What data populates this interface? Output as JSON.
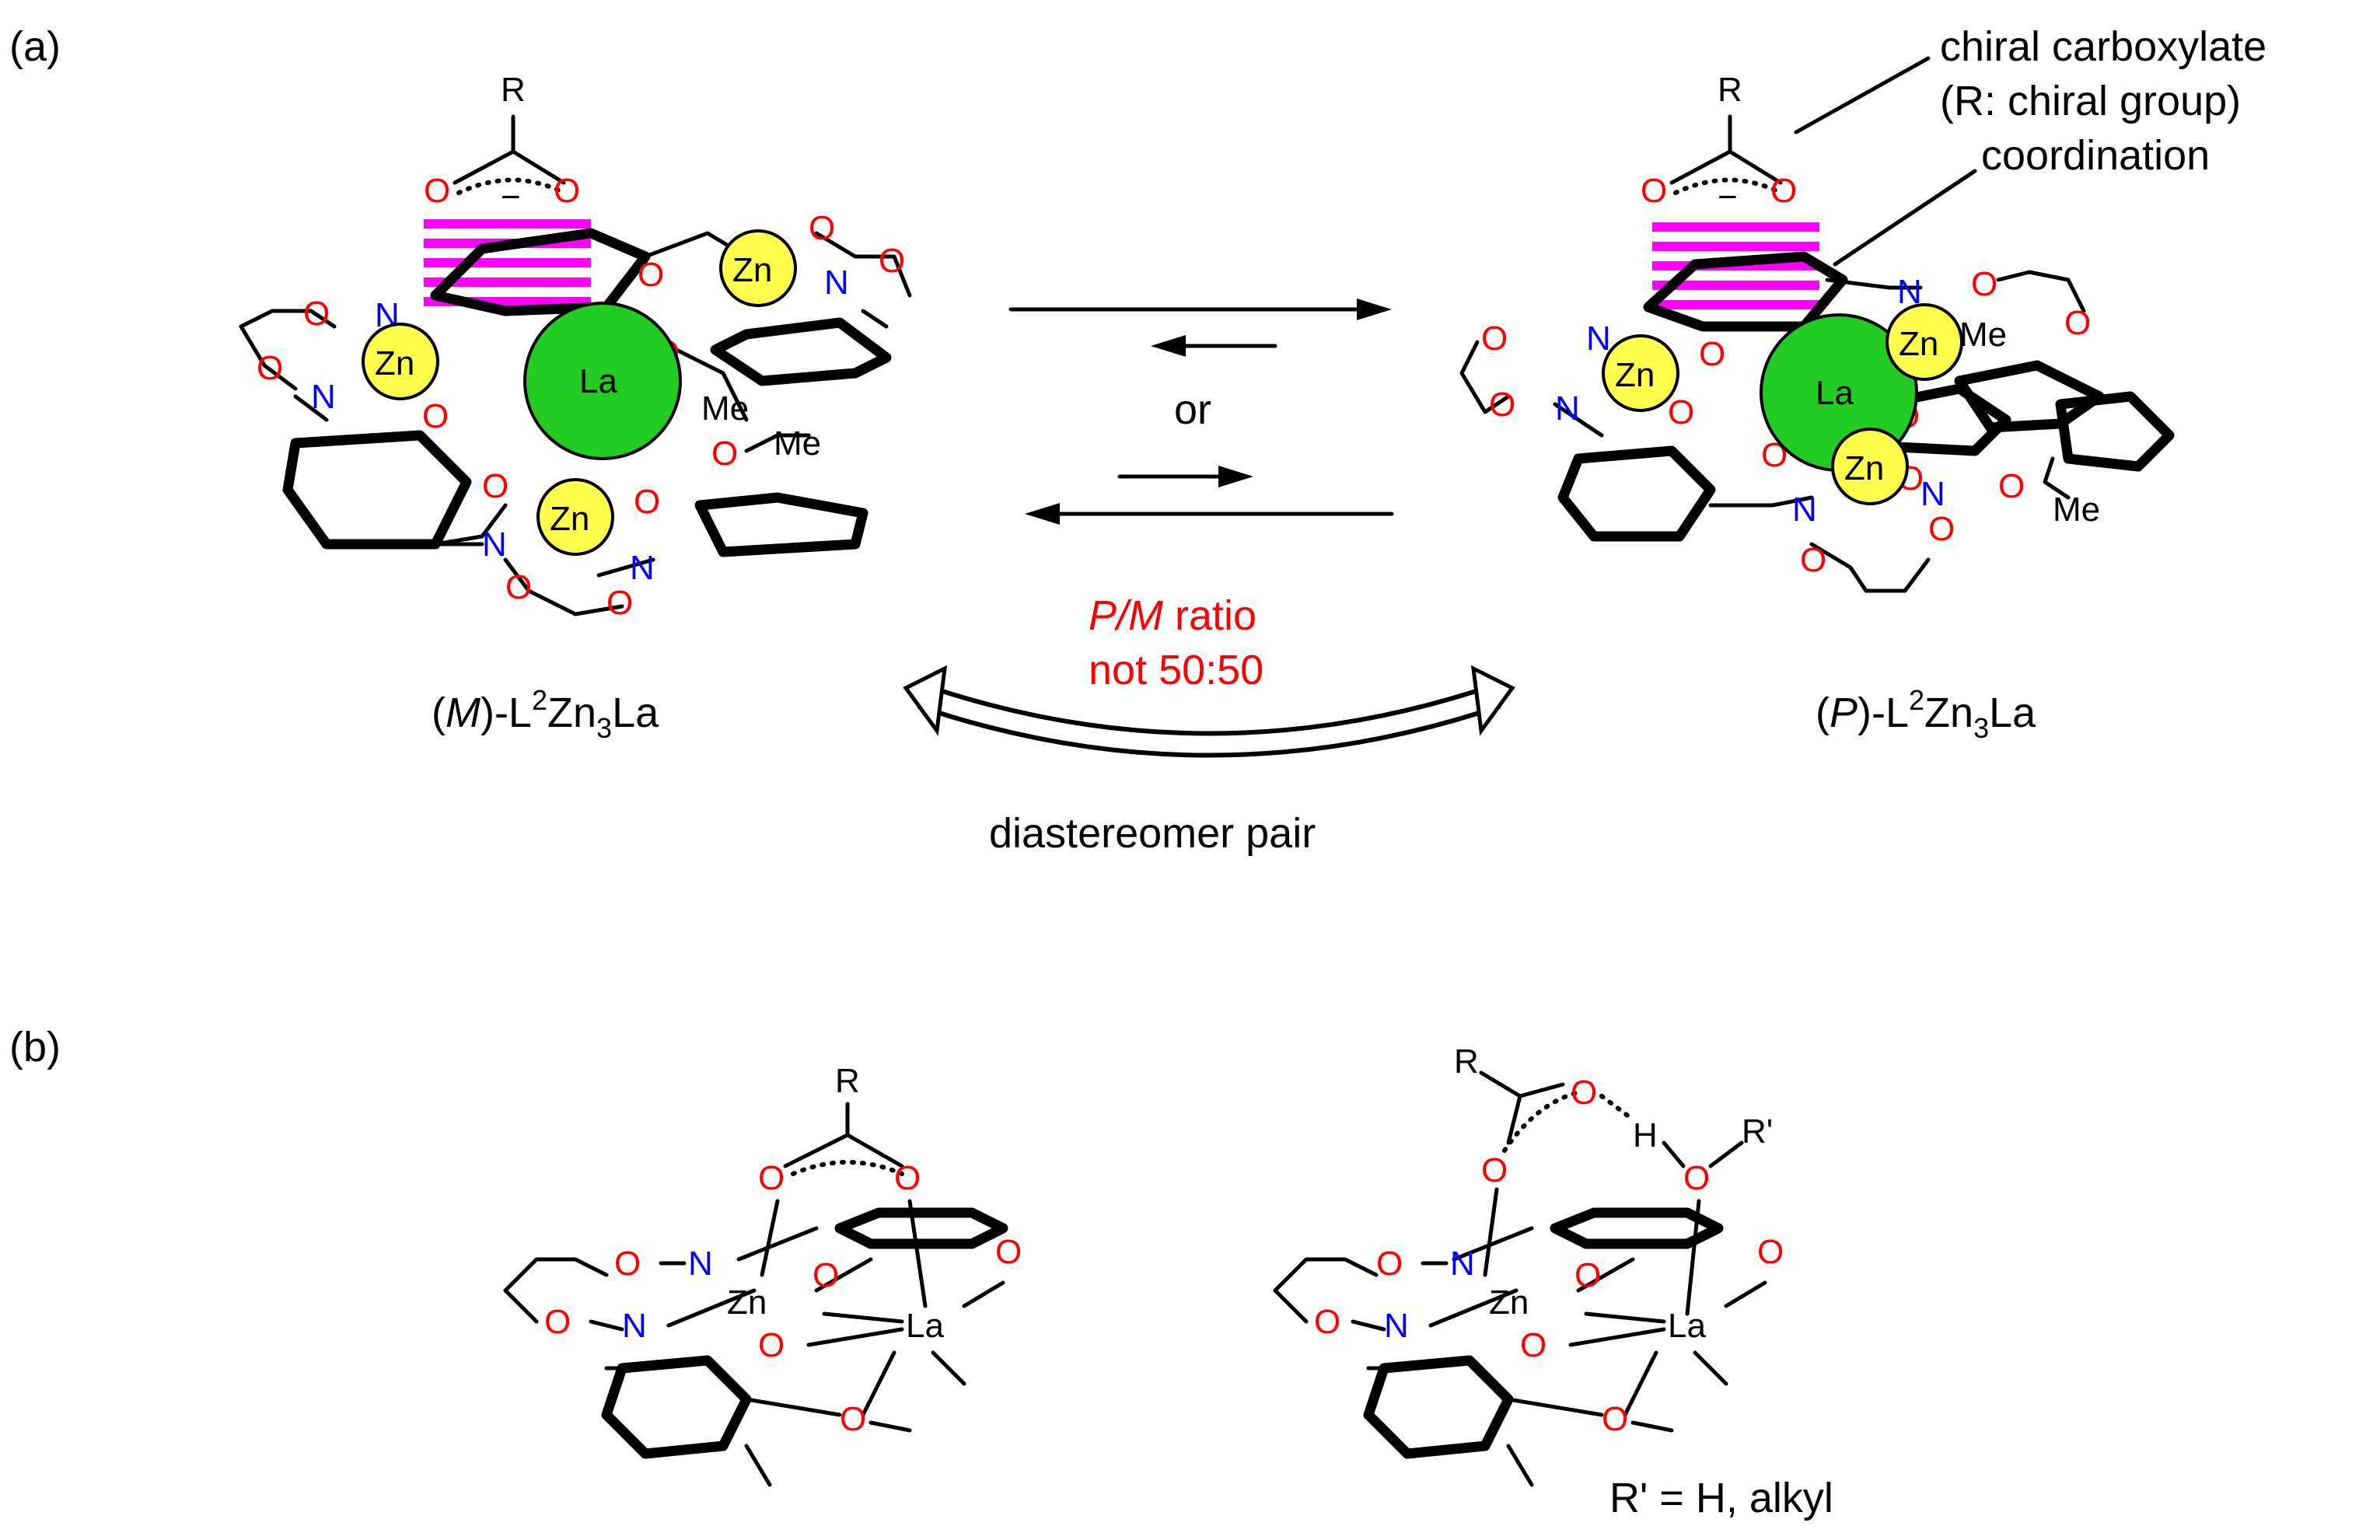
{
  "panel_labels": {
    "a": "(a)",
    "b": "(b)"
  },
  "atoms": {
    "O": "O",
    "N": "N",
    "Zn": "Zn",
    "La": "La",
    "R": "R",
    "Me": "Me",
    "H": "H",
    "R_prime": "R'",
    "minus": "−"
  },
  "left_complex": {
    "name_open": "(",
    "name_italic": "M",
    "name_rest": ")-L",
    "sup": "2",
    "zn": "Zn",
    "sub": "3",
    "la": "La"
  },
  "right_complex": {
    "name_open": "(",
    "name_italic": "P",
    "name_rest": ")-L",
    "sup": "2",
    "zn": "Zn",
    "sub": "3",
    "la": "La"
  },
  "annotations": {
    "chiral_carboxylate": "chiral carboxylate",
    "chiral_group": "(R: chiral group)",
    "coordination": "coordination"
  },
  "equilibrium": {
    "or": "or",
    "ratio_italic": "P/M",
    "ratio_rest": " ratio",
    "ratio_line2": "not 50:50",
    "pair": "diastereomer pair"
  },
  "panel_b": {
    "r_prime_def": "R' = H, alkyl"
  },
  "colors": {
    "oxygen": "#ff0000",
    "nitrogen": "#0000ff",
    "zinc": "#ffff4d",
    "lanthanum": "#22cc22",
    "interaction": "#ff00ff"
  }
}
